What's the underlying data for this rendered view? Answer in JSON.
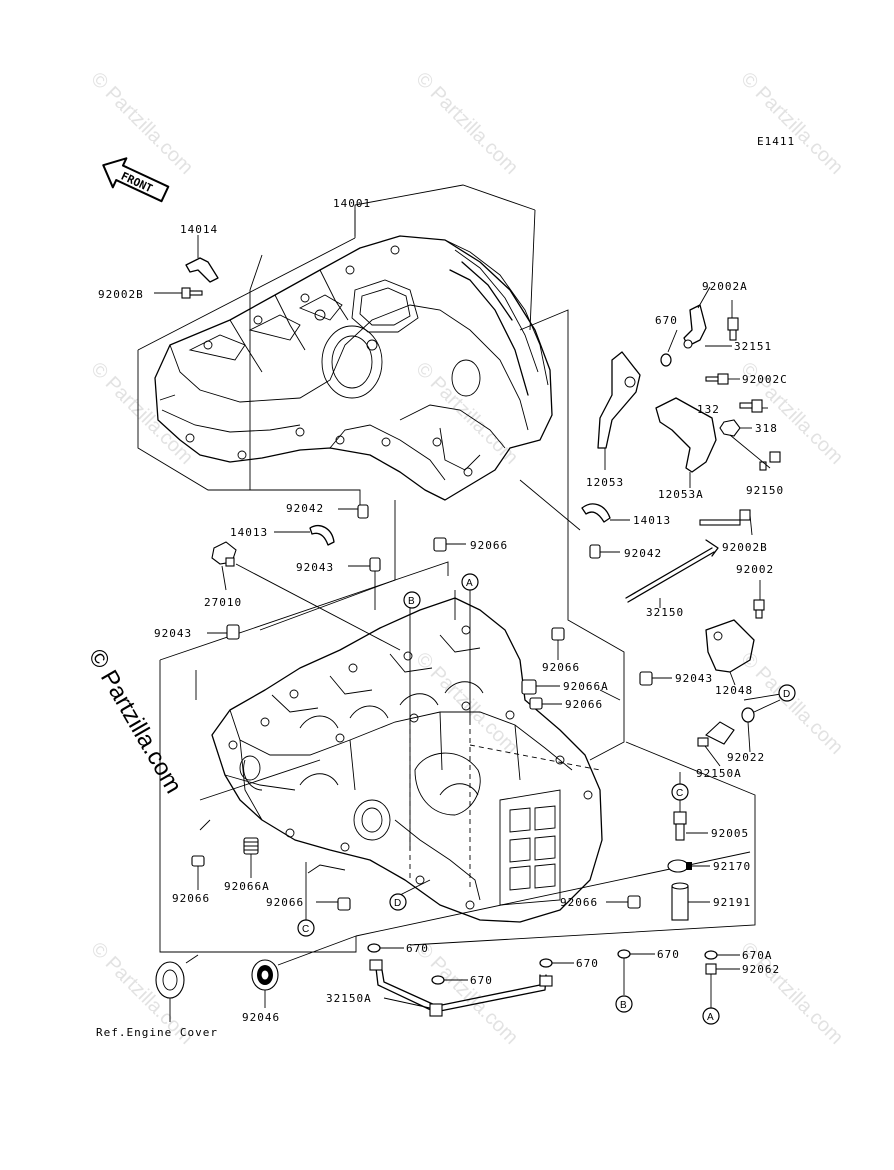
{
  "diagram": {
    "code": "E1411",
    "front_label": "FRONT",
    "ref_note": "Ref.Engine Cover",
    "watermark": "© Partzilla.com",
    "watermark_large": "© Partzilla.com"
  },
  "parts": [
    {
      "id": "p14001",
      "label": "14001"
    },
    {
      "id": "p14014",
      "label": "14014"
    },
    {
      "id": "p92002B_a",
      "label": "92002B"
    },
    {
      "id": "p92002A",
      "label": "92002A"
    },
    {
      "id": "p670_a",
      "label": "670"
    },
    {
      "id": "p32151",
      "label": "32151"
    },
    {
      "id": "p92002C",
      "label": "92002C"
    },
    {
      "id": "p132",
      "label": "132"
    },
    {
      "id": "p318",
      "label": "318"
    },
    {
      "id": "p12053",
      "label": "12053"
    },
    {
      "id": "p12053A",
      "label": "12053A"
    },
    {
      "id": "p92150",
      "label": "92150"
    },
    {
      "id": "p92042_a",
      "label": "92042"
    },
    {
      "id": "p14013_a",
      "label": "14013"
    },
    {
      "id": "p14013_b",
      "label": "14013"
    },
    {
      "id": "p92066_a",
      "label": "92066"
    },
    {
      "id": "p92042_b",
      "label": "92042"
    },
    {
      "id": "p92002B_b",
      "label": "92002B"
    },
    {
      "id": "p92043_a",
      "label": "92043"
    },
    {
      "id": "p27010",
      "label": "27010"
    },
    {
      "id": "p92002",
      "label": "92002"
    },
    {
      "id": "p32150",
      "label": "32150"
    },
    {
      "id": "p92043_b",
      "label": "92043"
    },
    {
      "id": "p92066_b",
      "label": "92066"
    },
    {
      "id": "p92066A_a",
      "label": "92066A"
    },
    {
      "id": "p92066_c",
      "label": "92066"
    },
    {
      "id": "p92043_c",
      "label": "92043"
    },
    {
      "id": "p12048",
      "label": "12048"
    },
    {
      "id": "p92022",
      "label": "92022"
    },
    {
      "id": "p92150A",
      "label": "92150A"
    },
    {
      "id": "p92005",
      "label": "92005"
    },
    {
      "id": "p92170",
      "label": "92170"
    },
    {
      "id": "p92191",
      "label": "92191"
    },
    {
      "id": "p92066_d",
      "label": "92066"
    },
    {
      "id": "p92066A_b",
      "label": "92066A"
    },
    {
      "id": "p92066_e",
      "label": "92066"
    },
    {
      "id": "p92066_f",
      "label": "92066"
    },
    {
      "id": "p670_b",
      "label": "670"
    },
    {
      "id": "p670_c",
      "label": "670"
    },
    {
      "id": "p670_d",
      "label": "670"
    },
    {
      "id": "p670A",
      "label": "670A"
    },
    {
      "id": "p670_e",
      "label": "670"
    },
    {
      "id": "p92062",
      "label": "92062"
    },
    {
      "id": "p32150A",
      "label": "32150A"
    },
    {
      "id": "p92046",
      "label": "92046"
    }
  ],
  "callouts": {
    "A": "A",
    "B": "B",
    "C": "C",
    "D": "D"
  }
}
